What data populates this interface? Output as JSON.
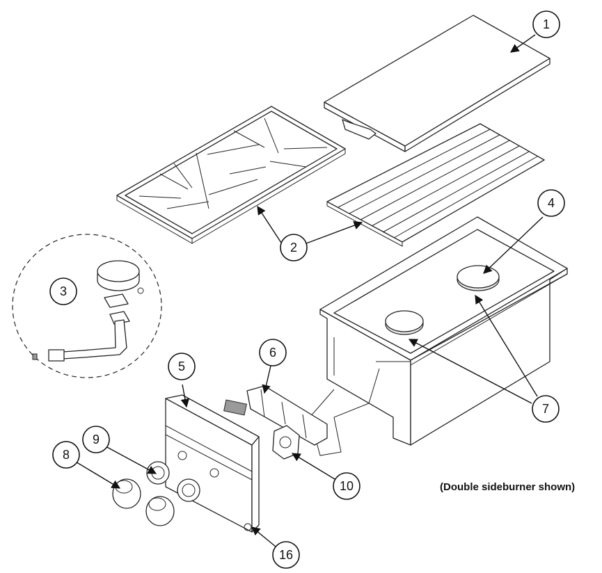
{
  "caption": "(Double sideburner shown)",
  "callouts": [
    {
      "id": "c1",
      "label": "1"
    },
    {
      "id": "c2",
      "label": "2"
    },
    {
      "id": "c3",
      "label": "3"
    },
    {
      "id": "c4",
      "label": "4"
    },
    {
      "id": "c5",
      "label": "5"
    },
    {
      "id": "c6",
      "label": "6"
    },
    {
      "id": "c7",
      "label": "7"
    },
    {
      "id": "c8",
      "label": "8"
    },
    {
      "id": "c9",
      "label": "9"
    },
    {
      "id": "c10",
      "label": "10"
    },
    {
      "id": "c16",
      "label": "16"
    }
  ]
}
